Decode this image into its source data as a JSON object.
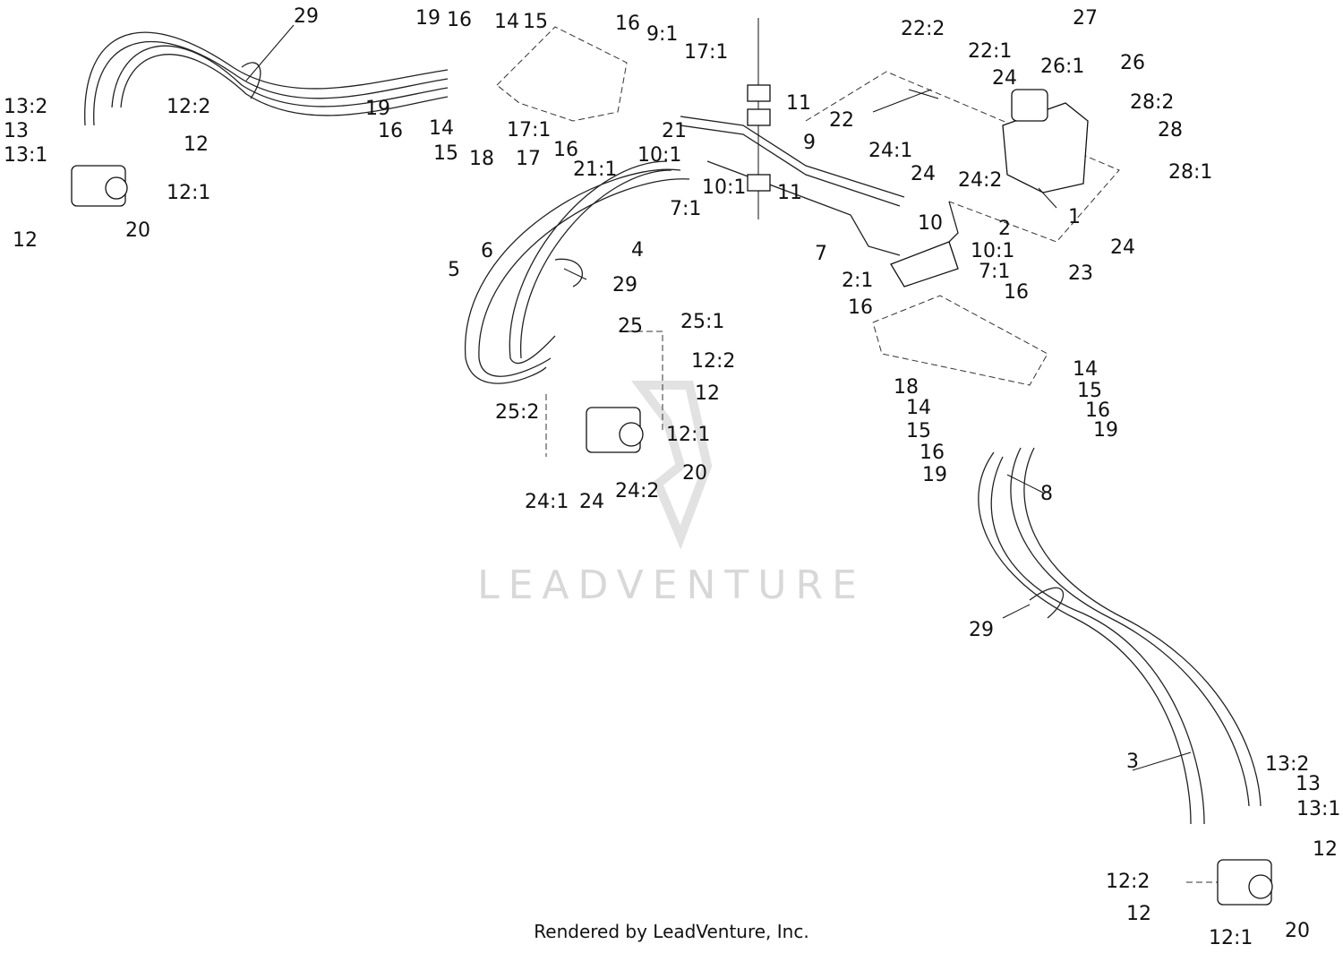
{
  "watermark": "LEADVENTURE",
  "footer": "Rendered by LeadVenture, Inc.",
  "callouts": [
    "29",
    "19",
    "16",
    "14",
    "15",
    "16",
    "9:1",
    "17:1",
    "13:2",
    "12:2",
    "13",
    "12",
    "13:1",
    "12:1",
    "12",
    "20",
    "19",
    "16",
    "14",
    "15",
    "18",
    "17:1",
    "17",
    "16",
    "21",
    "21:1",
    "10:1",
    "11",
    "11",
    "9",
    "10:1",
    "7:1",
    "22:2",
    "22:1",
    "24",
    "26:1",
    "27",
    "26",
    "28:2",
    "28",
    "22",
    "24:1",
    "24",
    "24:2",
    "28:1",
    "1",
    "24",
    "23",
    "6",
    "5",
    "4",
    "29",
    "10",
    "2",
    "7",
    "10:1",
    "7:1",
    "2:1",
    "16",
    "16",
    "25",
    "25:1",
    "12:2",
    "12",
    "25:2",
    "12:1",
    "20",
    "24:1",
    "24",
    "24:2",
    "18",
    "14",
    "14",
    "15",
    "15",
    "16",
    "16",
    "19",
    "19",
    "8",
    "29",
    "3",
    "13:2",
    "13",
    "13:1",
    "12",
    "12:2",
    "12",
    "20",
    "12:1"
  ]
}
